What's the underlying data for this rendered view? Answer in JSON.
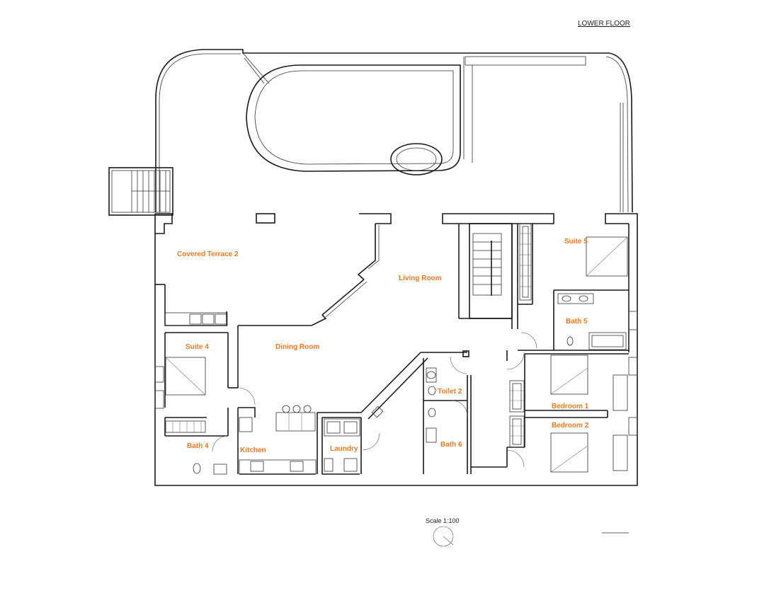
{
  "title": "LOWER FLOOR",
  "scale": "Scale 1:100",
  "rooms": {
    "covered_terrace_2": "Covered Terrace 2",
    "living_room": "Living Room",
    "suite_5": "Suite 5",
    "bath_5": "Bath 5",
    "suite_4": "Suite 4",
    "dining_room": "Dining Room",
    "toilet_2": "Toilet 2",
    "bedroom_1": "Bedroom 1",
    "bedroom_2": "Bedroom 2",
    "bath_4": "Bath 4",
    "kitchen": "Kitchen",
    "laundry": "Laundry",
    "bath_6": "Bath 6"
  },
  "colors": {
    "room_label": "#f07820",
    "walls": "#1a1a1a"
  }
}
